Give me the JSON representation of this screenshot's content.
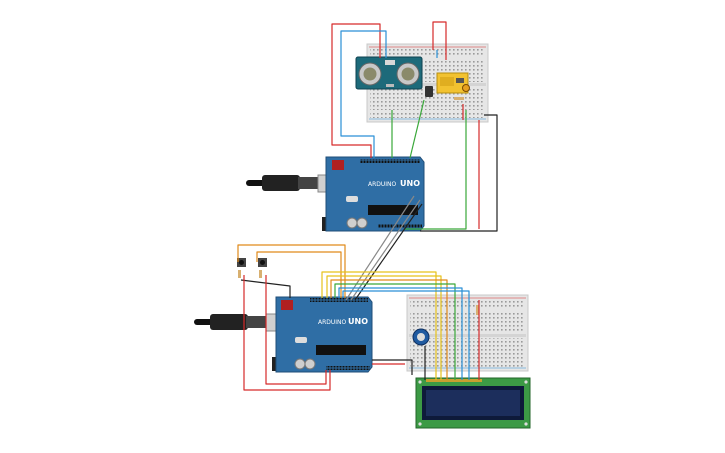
{
  "boards": {
    "top": {
      "brand": "ARDUINO",
      "model": "UNO"
    },
    "bottom": {
      "brand": "ARDUINO",
      "model": "UNO"
    }
  },
  "colors": {
    "board_blue": "#2f6ea5",
    "board_dark": "#24557f",
    "breadboard": "#e6e6e6",
    "lcd_pcb": "#3c9a45",
    "lcd_screen": "#1c2e5c",
    "wire_red": "#d62a2a",
    "wire_blue": "#2a8fd6",
    "wire_green": "#3aa83a",
    "wire_black": "#222222",
    "wire_orange": "#e08a1a",
    "wire_yellow": "#e6c21a",
    "wire_gray": "#888888",
    "sensor_pcb": "#1d6a7a",
    "relay_yellow": "#f2c230"
  },
  "components": [
    {
      "id": "ultrasonic-sensor",
      "icon": "ultrasonic-sensor-icon"
    },
    {
      "id": "relay-module",
      "icon": "relay-icon"
    },
    {
      "id": "potentiometer",
      "icon": "potentiometer-icon"
    },
    {
      "id": "lcd-16x2",
      "icon": "lcd-display-icon"
    },
    {
      "id": "push-button-1",
      "icon": "push-button-icon"
    },
    {
      "id": "push-button-2",
      "icon": "push-button-icon"
    },
    {
      "id": "usb-cable-top",
      "icon": "usb-cable-icon"
    },
    {
      "id": "usb-cable-bottom",
      "icon": "usb-cable-icon"
    }
  ]
}
